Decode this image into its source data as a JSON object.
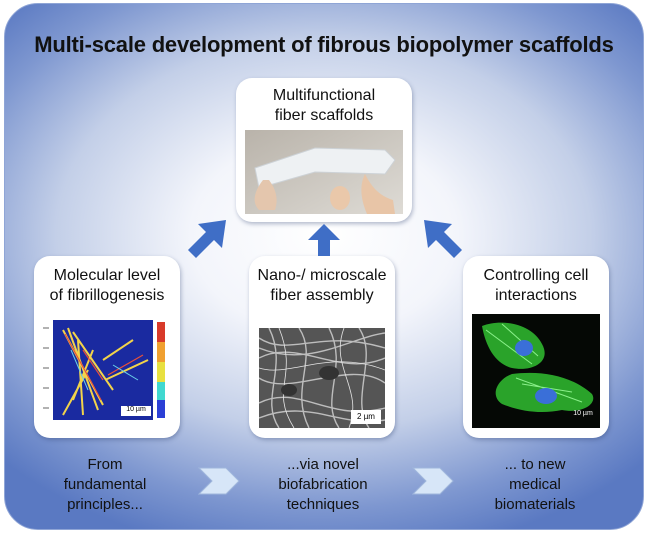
{
  "title": "Multi-scale development of fibrous biopolymer scaffolds",
  "cards": {
    "top": {
      "label": "Multifunctional\nfiber scaffolds"
    },
    "left": {
      "label": "Molecular level\nof fibrillogenesis",
      "scale": "10 µm"
    },
    "middle": {
      "label": "Nano-/ microscale\nfiber assembly",
      "scale": "2 µm"
    },
    "right": {
      "label": "Controlling cell\ninteractions",
      "scale": "10 µm"
    }
  },
  "captions": {
    "left": "From\nfundamental\nprinciples...",
    "middle": "...via novel\nbiofabrication\ntechniques",
    "right": "... to new\nmedical\nbiomaterials"
  },
  "colors": {
    "arrow": "#3f6ec6",
    "chevron": "#d7e6f8",
    "frame_edge": "#5a79c2",
    "cell_green": "#2fb52f",
    "nucleus": "#3a6fd8"
  },
  "icons": {
    "up_arrow": "arrow-up-icon",
    "chevron": "chevron-right-icon"
  }
}
